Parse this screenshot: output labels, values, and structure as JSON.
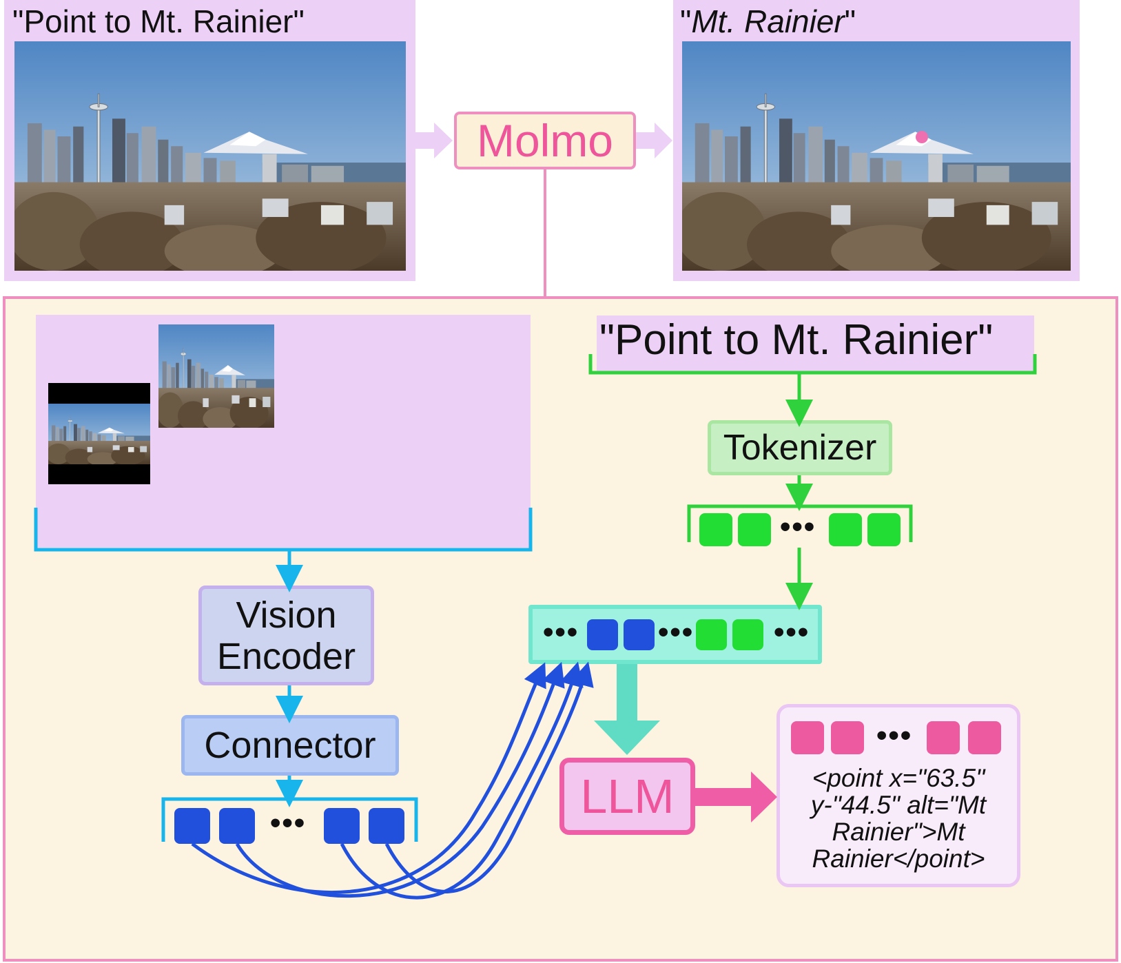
{
  "input_panel": {
    "caption": "\"Point to Mt. Rainier\""
  },
  "output_panel": {
    "caption_open": "\"",
    "caption_text": "Mt. Rainier",
    "caption_close": "\""
  },
  "model": {
    "name": "Molmo"
  },
  "prompt": {
    "text": "\"Point to Mt. Rainier\""
  },
  "tokenizer": {
    "label": "Tokenizer"
  },
  "vision_encoder": {
    "label_line1": "Vision",
    "label_line2": "Encoder"
  },
  "connector": {
    "label": "Connector"
  },
  "llm": {
    "label": "LLM"
  },
  "ellipsis": "•••",
  "output": {
    "line1": "<point x=\"63.5\"",
    "line2": "y-\"44.5\" alt=\"Mt",
    "line3": "Rainier\">Mt",
    "line4": "Rainier</point>"
  },
  "colors": {
    "panel": "#ecd0f5",
    "molmo_pink": "#ee559b",
    "frame_pink": "#ef8fc0",
    "background": "#fdf3e1",
    "text_green": "#2fd13c",
    "text_tokens": "#22dd33",
    "image_blue": "#18b4ec",
    "image_tokens": "#2050dc",
    "seq_teal": "#6fe6cd",
    "llm_pink": "#ee5da5",
    "output_token_pink": "#ee5aa0"
  }
}
